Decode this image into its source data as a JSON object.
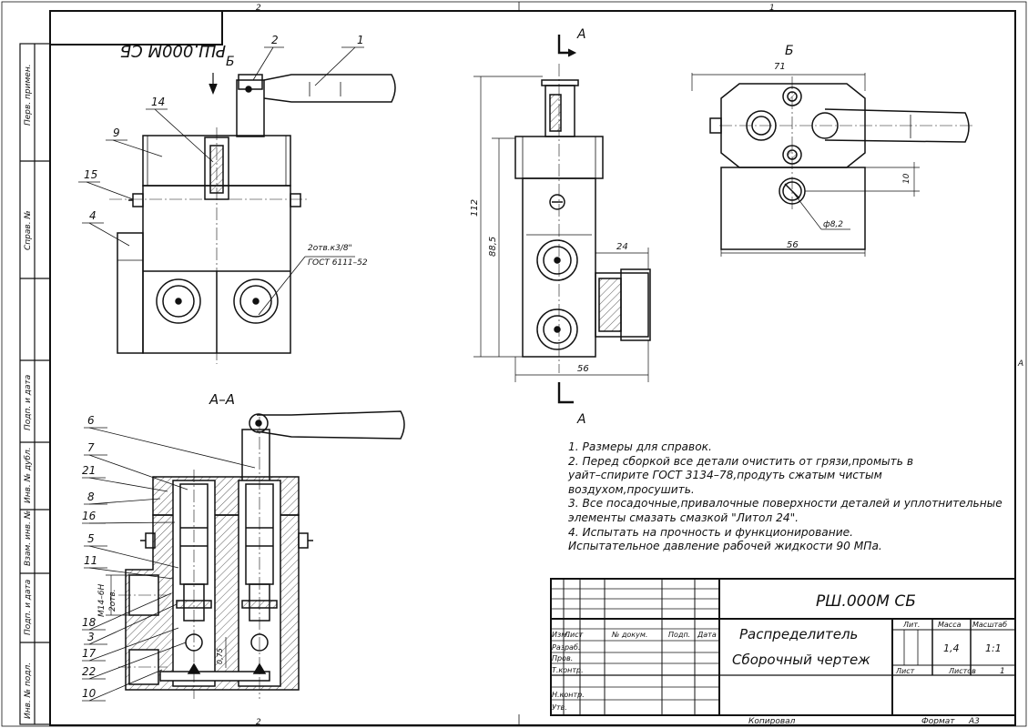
{
  "zone_marks": {
    "top_left": "2",
    "top_right": "1",
    "bottom_left": "2",
    "side_right": "A"
  },
  "designation": "РШ.000М СБ",
  "designation_mirrored": "РШ.000М СБ",
  "side_stamp": [
    "Перв. примен.",
    "Справ. №",
    "Подп. и дата",
    "Инв. № дубл.",
    "Взам. инв. №",
    "Подп. и дата",
    "Инв. № подл."
  ],
  "section_labels": {
    "b_arrow": "Б",
    "a_top": "А",
    "a_bottom": "А",
    "view_b": "Б",
    "section_aa": "А–А"
  },
  "top_view_callouts": [
    "1",
    "2",
    "14",
    "9",
    "15",
    "4"
  ],
  "thread_note": [
    "2отв.к3/8\"",
    "ГОСТ 6111–52"
  ],
  "section_callouts": [
    "6",
    "7",
    "21",
    "8",
    "16",
    "5",
    "11",
    "18",
    "3",
    "17",
    "22",
    "10"
  ],
  "section_thread": [
    "М14–6Н",
    "2отв."
  ],
  "section_dim": "0,75",
  "side_view_dims": {
    "overall_height": "112",
    "inner_height": "88,5",
    "port_width": "24",
    "base_width": "56"
  },
  "view_b_dims": {
    "width_top": "71",
    "offset": "10",
    "hole": "ф8,2",
    "width_bottom": "56"
  },
  "notes": [
    "1. Размеры для справок.",
    "2. Перед сборкой все детали очистить от грязи,промыть в",
    "уайт–спирите ГОСТ 3134–78,продуть сжатым чистым",
    "воздухом,просушить.",
    "3. Все посадочные,привалочные поверхности деталей и уплотнительные",
    "элементы смазать смазкой \"Литол 24\".",
    "4. Испытать на прочность и функционирование.",
    "Испытательное давление рабочей жидкости 90 МПа."
  ],
  "title_block": {
    "designation": "РШ.000М СБ",
    "name_line1": "Распределитель",
    "name_line2": "Сборочный чертеж",
    "headers": [
      "Изм.",
      "Лист",
      "№ докум.",
      "Подп.",
      "Дата"
    ],
    "roles": [
      "Разраб.",
      "Пров.",
      "Т.контр.",
      "Н.контр.",
      "Утв."
    ],
    "lit_label": "Лит.",
    "mass_label": "Масса",
    "scale_label": "Масштаб",
    "mass_value": "1,4",
    "scale_value": "1:1",
    "sheet_label": "Лист",
    "sheets_label": "Листов",
    "sheets_value": "1"
  },
  "footer": {
    "copied": "Копировал",
    "format_label": "Формат",
    "format_value": "А3"
  }
}
